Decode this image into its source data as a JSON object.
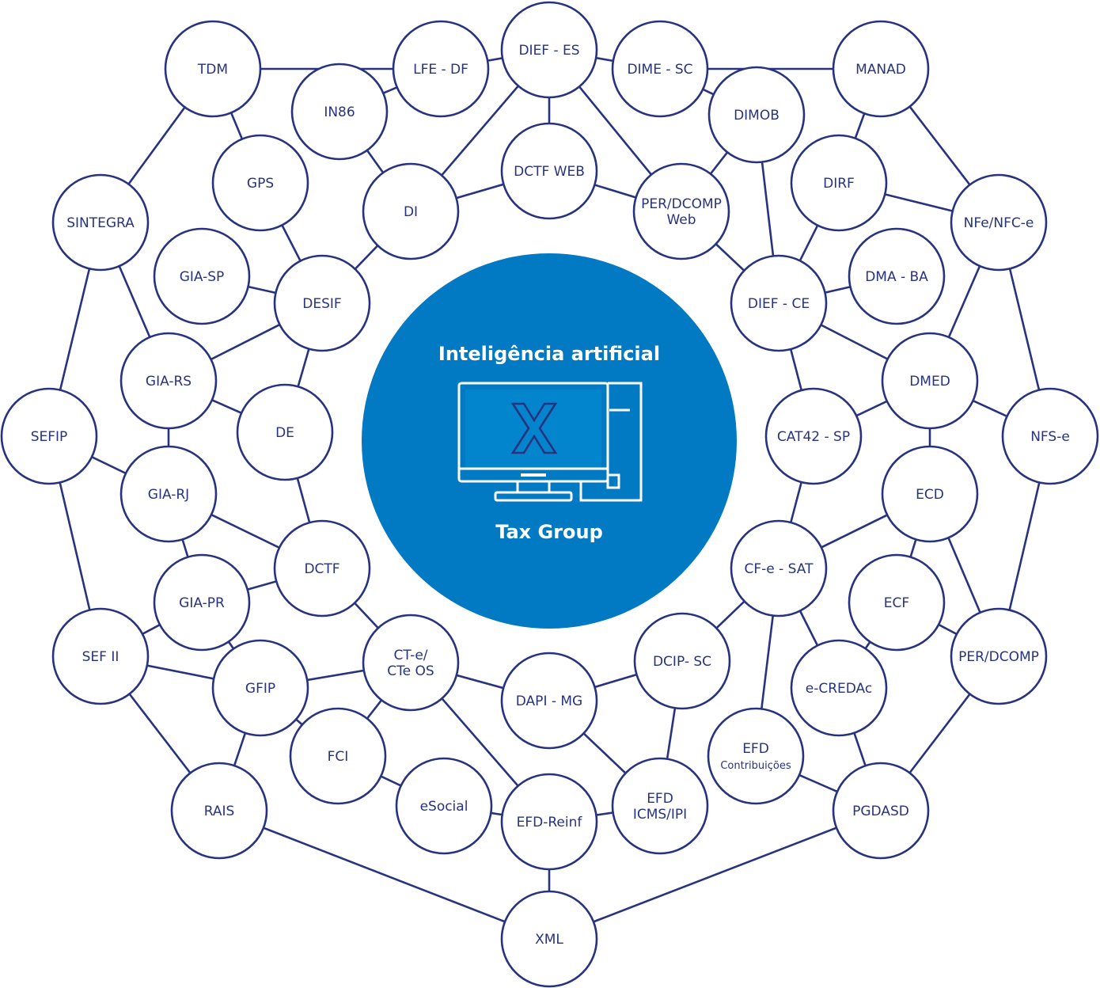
{
  "center": {
    "title": "Inteligência artificial",
    "subtitle": "Tax Group",
    "logo_icon": "computer-x-icon",
    "color": "#0179c3"
  },
  "colors": {
    "stroke": "#27337f",
    "background": "#ffffff"
  },
  "nodes": [
    {
      "id": "tdm",
      "lines": [
        "TDM"
      ]
    },
    {
      "id": "lfe-df",
      "lines": [
        "LFE - DF"
      ]
    },
    {
      "id": "dief-es",
      "lines": [
        "DIEF - ES"
      ]
    },
    {
      "id": "dime-sc",
      "lines": [
        "DIME - SC"
      ]
    },
    {
      "id": "manad",
      "lines": [
        "MANAD"
      ]
    },
    {
      "id": "in86",
      "lines": [
        "IN86"
      ]
    },
    {
      "id": "dimob",
      "lines": [
        "DIMOB"
      ]
    },
    {
      "id": "gps",
      "lines": [
        "GPS"
      ]
    },
    {
      "id": "dctf-web",
      "lines": [
        "DCTF WEB"
      ]
    },
    {
      "id": "dirf",
      "lines": [
        "DIRF"
      ]
    },
    {
      "id": "sintegra",
      "lines": [
        "SINTEGRA"
      ]
    },
    {
      "id": "di",
      "lines": [
        "DI"
      ]
    },
    {
      "id": "per-dcomp-web",
      "lines": [
        "PER/DCOMP",
        "Web"
      ]
    },
    {
      "id": "nfe-nfc-e",
      "lines": [
        "NFe/NFC-e"
      ]
    },
    {
      "id": "gia-sp",
      "lines": [
        "GIA-SP"
      ]
    },
    {
      "id": "desif",
      "lines": [
        "DESIF"
      ]
    },
    {
      "id": "dief-ce",
      "lines": [
        "DIEF - CE"
      ]
    },
    {
      "id": "dma-ba",
      "lines": [
        "DMA - BA"
      ]
    },
    {
      "id": "gia-rs",
      "lines": [
        "GIA-RS"
      ]
    },
    {
      "id": "dmed",
      "lines": [
        "DMED"
      ]
    },
    {
      "id": "sefip",
      "lines": [
        "SEFIP"
      ]
    },
    {
      "id": "de",
      "lines": [
        "DE"
      ]
    },
    {
      "id": "cat42-sp",
      "lines": [
        "CAT42 - SP"
      ]
    },
    {
      "id": "nfs-e",
      "lines": [
        "NFS-e"
      ]
    },
    {
      "id": "gia-rj",
      "lines": [
        "GIA-RJ"
      ]
    },
    {
      "id": "ecd",
      "lines": [
        "ECD"
      ]
    },
    {
      "id": "dctf",
      "lines": [
        "DCTF"
      ]
    },
    {
      "id": "cf-e-sat",
      "lines": [
        "CF-e - SAT"
      ]
    },
    {
      "id": "gia-pr",
      "lines": [
        "GIA-PR"
      ]
    },
    {
      "id": "ecf",
      "lines": [
        "ECF"
      ]
    },
    {
      "id": "sef-ii",
      "lines": [
        "SEF II"
      ]
    },
    {
      "id": "ct-e",
      "lines": [
        "CT-e/",
        "CTe OS"
      ]
    },
    {
      "id": "dcip-sc",
      "lines": [
        "DCIP- SC"
      ]
    },
    {
      "id": "per-dcomp",
      "lines": [
        "PER/DCOMP"
      ]
    },
    {
      "id": "gfip",
      "lines": [
        "GFIP"
      ]
    },
    {
      "id": "dapi-mg",
      "lines": [
        "DAPI - MG"
      ]
    },
    {
      "id": "e-credac",
      "lines": [
        "e-CREDAc"
      ]
    },
    {
      "id": "fci",
      "lines": [
        "FCI"
      ]
    },
    {
      "id": "efd-contribuicoes",
      "lines": [
        "EFD",
        "Contribuições"
      ]
    },
    {
      "id": "rais",
      "lines": [
        "RAIS"
      ]
    },
    {
      "id": "esocial",
      "lines": [
        "eSocial"
      ]
    },
    {
      "id": "efd-reinf",
      "lines": [
        "EFD-Reinf"
      ]
    },
    {
      "id": "efd-icms-ipi",
      "lines": [
        "EFD",
        "ICMS/IPI"
      ]
    },
    {
      "id": "pgdasd",
      "lines": [
        "PGDASD"
      ]
    },
    {
      "id": "xml",
      "lines": [
        "XML"
      ]
    }
  ],
  "edges": [
    [
      "tdm",
      "lfe-df"
    ],
    [
      "tdm",
      "gps"
    ],
    [
      "tdm",
      "sintegra"
    ],
    [
      "lfe-df",
      "dief-es"
    ],
    [
      "lfe-df",
      "in86"
    ],
    [
      "dief-es",
      "dime-sc"
    ],
    [
      "dief-es",
      "dctf-web"
    ],
    [
      "dief-es",
      "di"
    ],
    [
      "dief-es",
      "per-dcomp-web"
    ],
    [
      "dime-sc",
      "manad"
    ],
    [
      "dime-sc",
      "dimob"
    ],
    [
      "manad",
      "dirf"
    ],
    [
      "manad",
      "nfe-nfc-e"
    ],
    [
      "in86",
      "di"
    ],
    [
      "dimob",
      "per-dcomp-web"
    ],
    [
      "dimob",
      "dief-ce"
    ],
    [
      "gps",
      "desif"
    ],
    [
      "dctf-web",
      "di"
    ],
    [
      "dctf-web",
      "per-dcomp-web"
    ],
    [
      "dirf",
      "dief-ce"
    ],
    [
      "dirf",
      "nfe-nfc-e"
    ],
    [
      "sintegra",
      "gia-rs"
    ],
    [
      "sintegra",
      "sefip"
    ],
    [
      "di",
      "desif"
    ],
    [
      "per-dcomp-web",
      "dief-ce"
    ],
    [
      "nfe-nfc-e",
      "dmed"
    ],
    [
      "nfe-nfc-e",
      "nfs-e"
    ],
    [
      "gia-sp",
      "desif"
    ],
    [
      "desif",
      "gia-rs"
    ],
    [
      "desif",
      "de"
    ],
    [
      "dief-ce",
      "dma-ba"
    ],
    [
      "dief-ce",
      "dmed"
    ],
    [
      "dief-ce",
      "cat42-sp"
    ],
    [
      "gia-rs",
      "de"
    ],
    [
      "gia-rs",
      "gia-rj"
    ],
    [
      "dmed",
      "cat42-sp"
    ],
    [
      "dmed",
      "nfs-e"
    ],
    [
      "dmed",
      "ecd"
    ],
    [
      "sefip",
      "gia-rj"
    ],
    [
      "sefip",
      "sef-ii"
    ],
    [
      "de",
      "dctf"
    ],
    [
      "cat42-sp",
      "cf-e-sat"
    ],
    [
      "nfs-e",
      "per-dcomp"
    ],
    [
      "gia-rj",
      "dctf"
    ],
    [
      "gia-rj",
      "gia-pr"
    ],
    [
      "ecd",
      "cf-e-sat"
    ],
    [
      "ecd",
      "ecf"
    ],
    [
      "ecd",
      "per-dcomp"
    ],
    [
      "dctf",
      "gia-pr"
    ],
    [
      "dctf",
      "ct-e"
    ],
    [
      "cf-e-sat",
      "dcip-sc"
    ],
    [
      "cf-e-sat",
      "e-credac"
    ],
    [
      "cf-e-sat",
      "efd-contribuicoes"
    ],
    [
      "gia-pr",
      "sef-ii"
    ],
    [
      "gia-pr",
      "gfip"
    ],
    [
      "ecf",
      "per-dcomp"
    ],
    [
      "ecf",
      "e-credac"
    ],
    [
      "sef-ii",
      "gfip"
    ],
    [
      "sef-ii",
      "rais"
    ],
    [
      "ct-e",
      "gfip"
    ],
    [
      "ct-e",
      "dapi-mg"
    ],
    [
      "ct-e",
      "fci"
    ],
    [
      "ct-e",
      "efd-reinf"
    ],
    [
      "dcip-sc",
      "dapi-mg"
    ],
    [
      "dcip-sc",
      "efd-icms-ipi"
    ],
    [
      "per-dcomp",
      "pgdasd"
    ],
    [
      "gfip",
      "fci"
    ],
    [
      "gfip",
      "rais"
    ],
    [
      "dapi-mg",
      "efd-icms-ipi"
    ],
    [
      "e-credac",
      "pgdasd"
    ],
    [
      "fci",
      "esocial"
    ],
    [
      "efd-contribuicoes",
      "pgdasd"
    ],
    [
      "rais",
      "xml"
    ],
    [
      "esocial",
      "efd-reinf"
    ],
    [
      "efd-reinf",
      "efd-icms-ipi"
    ],
    [
      "efd-reinf",
      "xml"
    ],
    [
      "pgdasd",
      "xml"
    ]
  ]
}
